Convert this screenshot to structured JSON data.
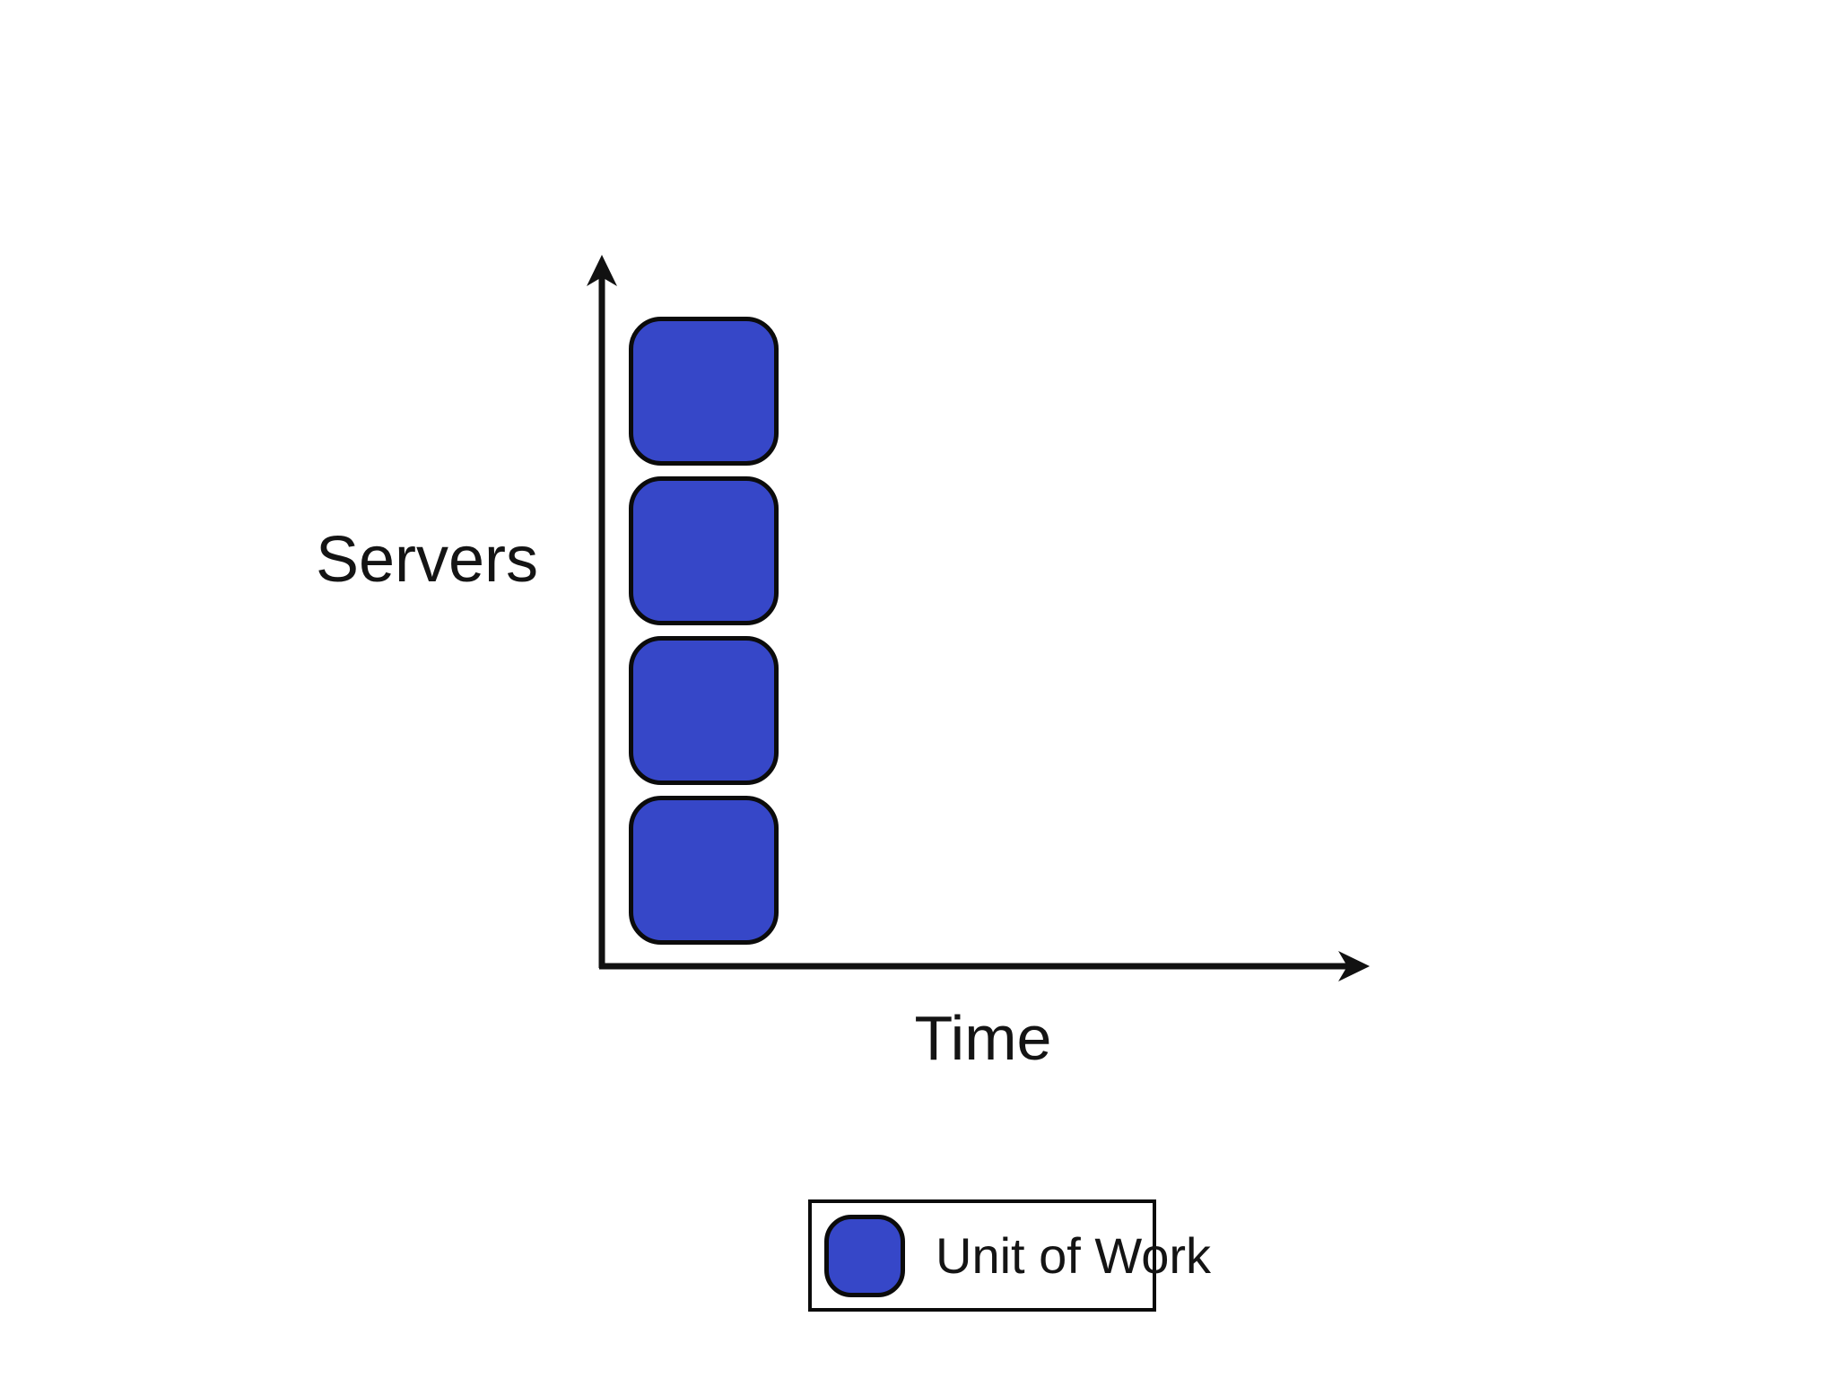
{
  "diagram": {
    "y_axis_label": "Servers",
    "x_axis_label": "Time",
    "unit_count": 4,
    "legend": {
      "label": "Unit of Work"
    },
    "colors": {
      "unit_fill": "#3647c8",
      "unit_border": "#0b0b0b",
      "axis": "#111111",
      "text": "#141414",
      "background": "#ffffff"
    }
  }
}
